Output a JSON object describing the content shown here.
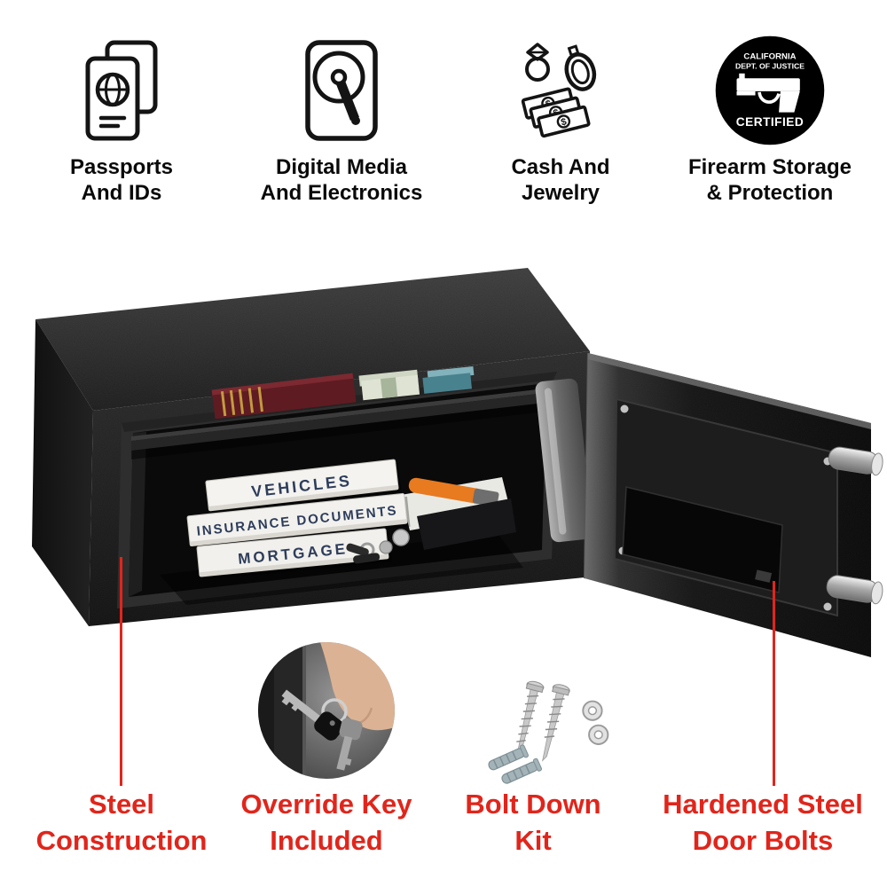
{
  "features": [
    {
      "line1": "Passports",
      "line2": "And IDs"
    },
    {
      "line1": "Digital Media",
      "line2": "And Electronics"
    },
    {
      "line1": "Cash And",
      "line2": "Jewelry"
    },
    {
      "line1": "Firearm Storage",
      "line2": "& Protection"
    }
  ],
  "badge": {
    "top1": "CALIFORNIA",
    "top2": "DEPT. OF JUSTICE",
    "bottom": "CERTIFIED"
  },
  "safe_contents": {
    "binders": [
      "VEHICLES",
      "INSURANCE DOCUMENTS",
      "MORTGAGE"
    ]
  },
  "callouts": {
    "steel": {
      "line1": "Steel",
      "line2": "Construction"
    },
    "key": {
      "line1": "Override Key",
      "line2": "Included"
    },
    "bolt_kit": {
      "line1": "Bolt Down",
      "line2": "Kit"
    },
    "door_bolts": {
      "line1": "Hardened Steel",
      "line2": "Door Bolts"
    }
  },
  "icons": {
    "dollar": "$"
  },
  "colors": {
    "accent_red": "#e1251b",
    "icon_black": "#141414",
    "safe_black": "#141414"
  }
}
